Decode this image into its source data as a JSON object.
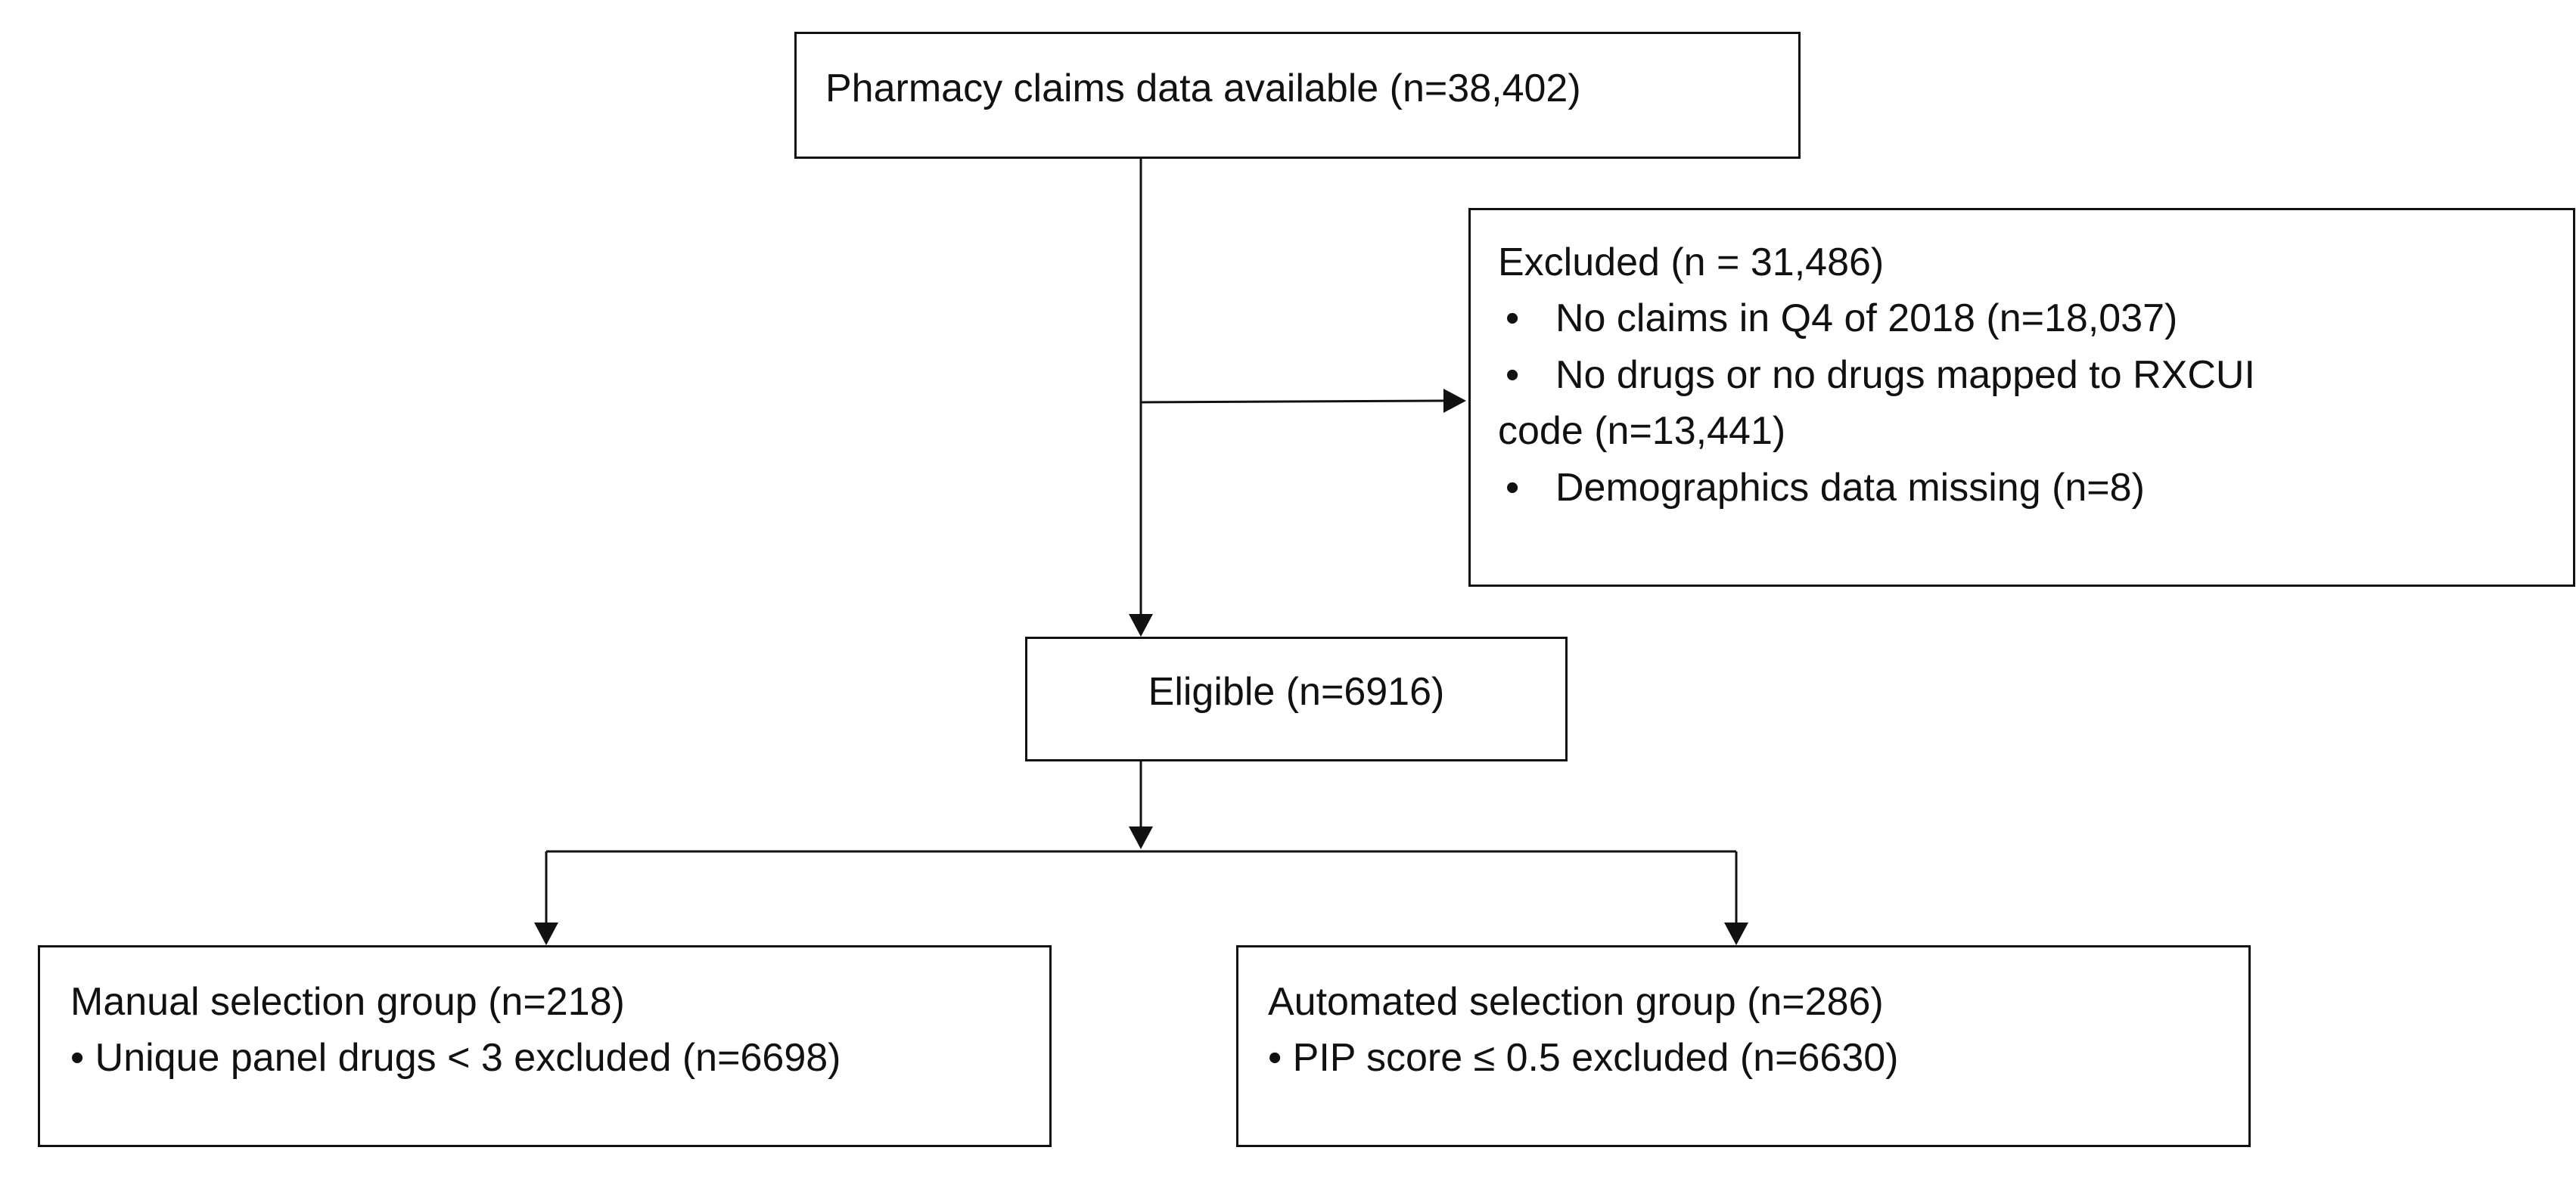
{
  "diagram": {
    "source": {
      "label": "Pharmacy claims data available (n=38,402)"
    },
    "excluded": {
      "title": "Excluded (n = 31,486)",
      "bullet_glyph": "•",
      "items": [
        {
          "text": "No claims in Q4 of 2018 (n=18,037)",
          "continuation": ""
        },
        {
          "text": "No drugs or no drugs mapped to RXCUI",
          "continuation": "code (n=13,441)"
        },
        {
          "text": "Demographics data missing (n=8)",
          "continuation": ""
        }
      ]
    },
    "eligible": {
      "label": "Eligible (n=6916)"
    },
    "manual": {
      "title": "Manual selection group (n=218)",
      "item": "• Unique panel drugs < 3 excluded (n=6698)"
    },
    "automated": {
      "title": "Automated selection group (n=286)",
      "item": "• PIP score ≤ 0.5 excluded (n=6630)"
    }
  },
  "colors": {
    "line": "#111111",
    "box_border": "#111111",
    "background": "#ffffff",
    "text": "#111111"
  }
}
